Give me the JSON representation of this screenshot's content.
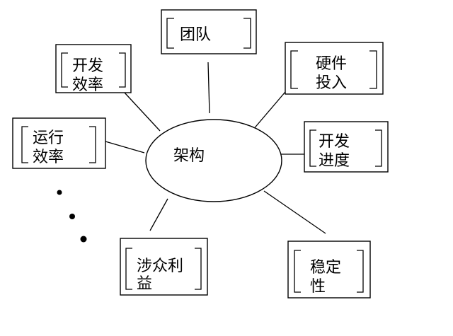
{
  "center": {
    "label": "架构"
  },
  "nodes": {
    "team": {
      "lines": [
        "团队"
      ]
    },
    "hardware": {
      "lines": [
        "硬件",
        "投入"
      ]
    },
    "dev_efficiency": {
      "lines": [
        "开发",
        "效率"
      ]
    },
    "ops_efficiency": {
      "lines": [
        "运行",
        "效率"
      ]
    },
    "dev_progress": {
      "lines": [
        "开发",
        "进度"
      ]
    },
    "stakeholders": {
      "lines": [
        "涉众利",
        "益"
      ]
    },
    "stability": {
      "lines": [
        "稳定",
        "性"
      ]
    }
  },
  "colors": {
    "stroke": "#000000",
    "background": "#ffffff"
  }
}
